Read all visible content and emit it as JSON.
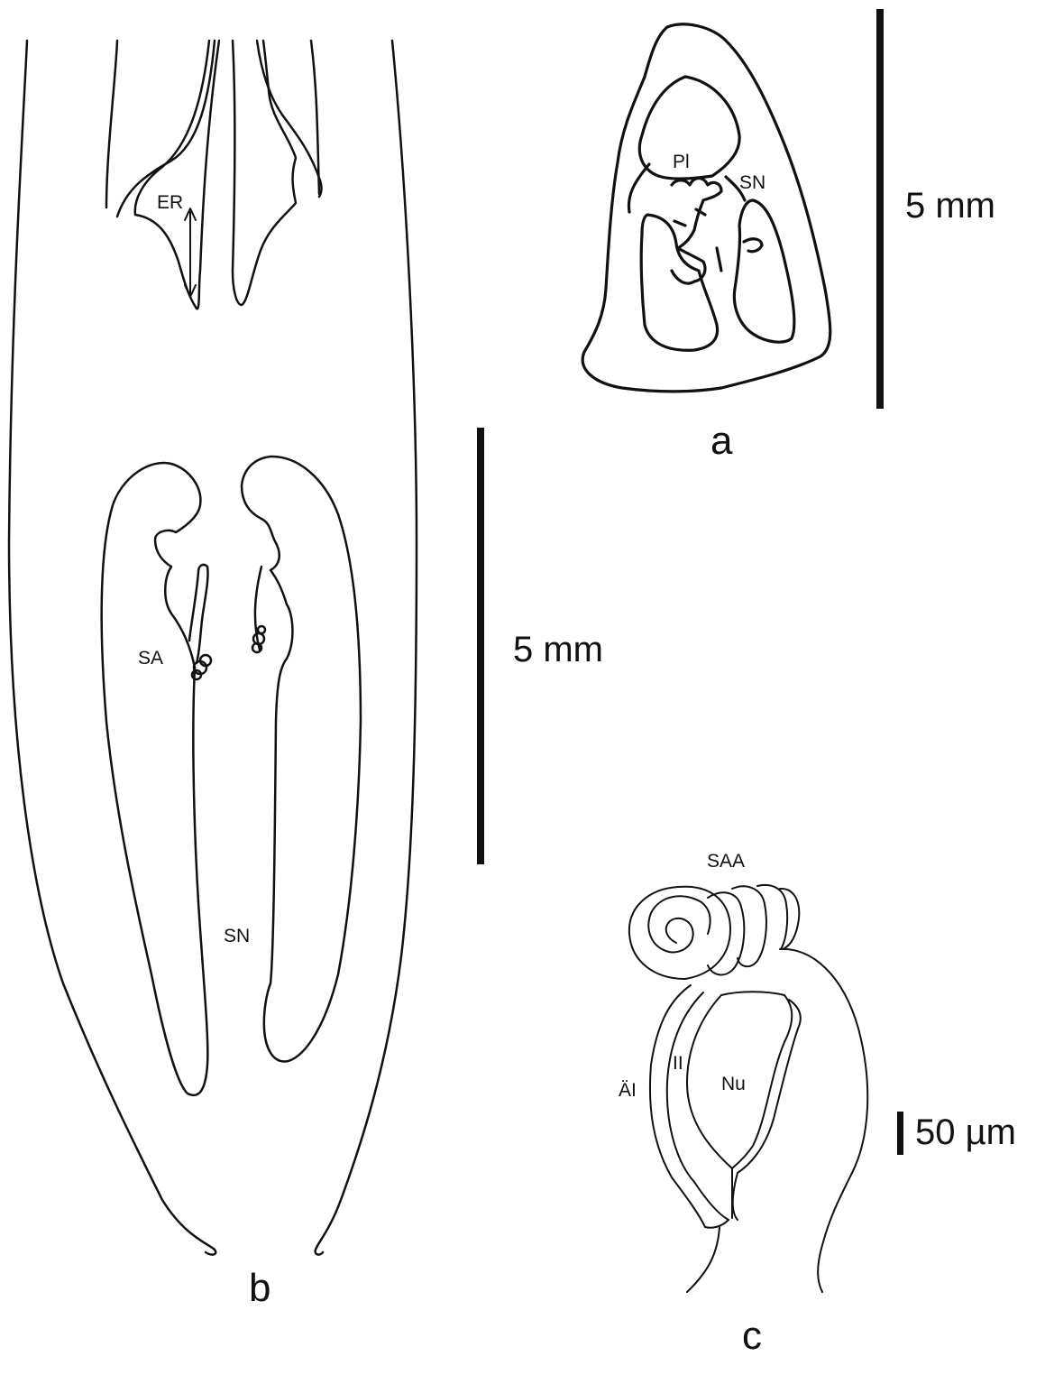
{
  "panels": {
    "a": {
      "letter": "a",
      "scale_label": "5 mm",
      "labels": {
        "pl": "Pl",
        "sn": "SN"
      }
    },
    "b": {
      "letter": "b",
      "scale_label": "5 mm",
      "labels": {
        "er": "ER",
        "sa": "SA",
        "sn": "SN"
      }
    },
    "c": {
      "letter": "c",
      "scale_label": "50 µm",
      "labels": {
        "saa": "SAA",
        "ai": "ÄI",
        "ii": "II",
        "nu": "Nu"
      }
    }
  },
  "colors": {
    "ink": "#111111",
    "background": "#ffffff"
  }
}
